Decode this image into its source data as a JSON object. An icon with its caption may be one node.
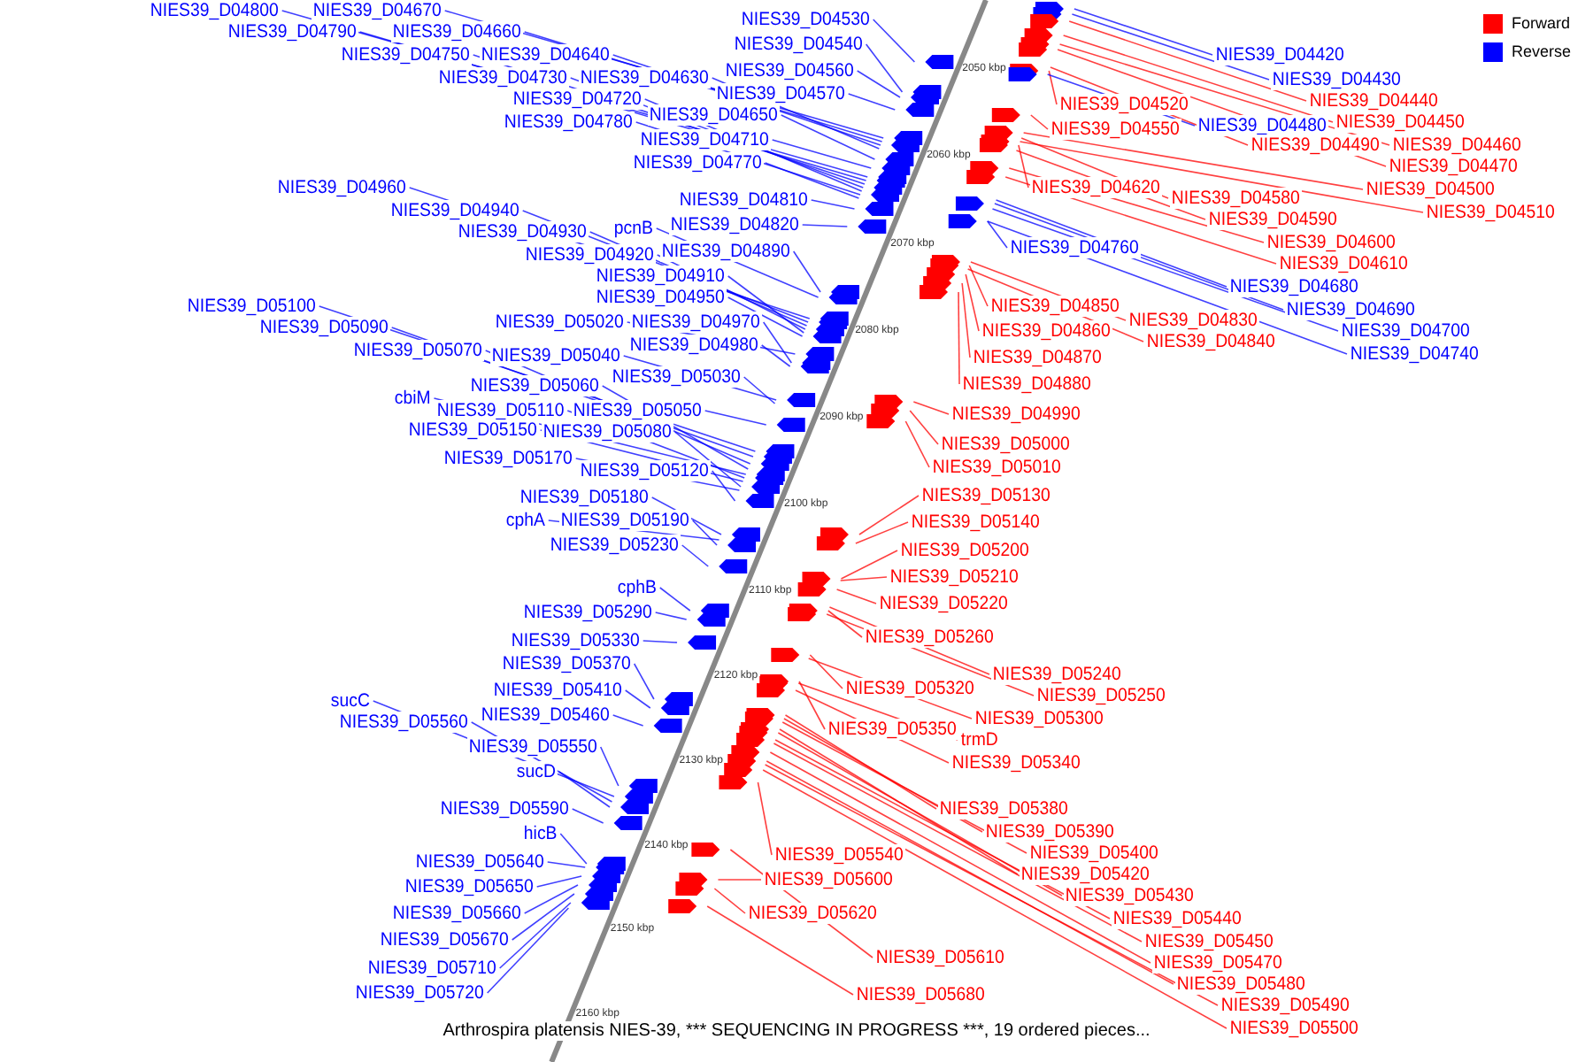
{
  "diagram": {
    "caption": "Arthrospira platensis NIES-39, *** SEQUENCING IN PROGRESS ***, 19 ordered pieces...",
    "nodes": [
      {
        "text": [
          "NIES39_D04800"
        ]
      },
      {
        "text": [
          "NIES39_D04670"
        ]
      },
      {
        "text": [
          "NIES39_D04790"
        ]
      },
      {
        "text": [
          "NIES39_D04660"
        ]
      },
      {
        "text": [
          "NIES39_D04750"
        ]
      },
      {
        "text": [
          "NIES39_D04640"
        ]
      },
      {
        "text": [
          "NIES39_D04730"
        ]
      },
      {
        "text": [
          "NIES39_D04630"
        ]
      },
      {
        "text": [
          "NIES39_D04720"
        ]
      },
      {
        "text": [
          "NIES39_D04650"
        ]
      },
      {
        "text": [
          "NIES39_D04780"
        ]
      },
      {
        "text": [
          "NIES39_D04710"
        ]
      },
      {
        "text": [
          "NIES39_D04770"
        ]
      },
      {
        "text": [
          "NIES39_D04530"
        ]
      },
      {
        "text": [
          "NIES39_D04540"
        ]
      },
      {
        "text": [
          "NIES39_D04560"
        ]
      },
      {
        "text": [
          "NIES39_D04570"
        ]
      },
      {
        "text": [
          "NIES39_D04810"
        ]
      },
      {
        "text": [
          "NIES39_D04820"
        ]
      },
      {
        "text": [
          "NIES39_D04960"
        ]
      },
      {
        "text": [
          "NIES39_D04940"
        ]
      },
      {
        "text": [
          "NIES39_D04930"
        ]
      },
      {
        "text": [
          "pcnB"
        ]
      },
      {
        "text": [
          "NIES39_D04920"
        ]
      },
      {
        "text": [
          "NIES39_D04890"
        ]
      },
      {
        "text": [
          "NIES39_D04910"
        ]
      },
      {
        "text": [
          "NIES39_D04950"
        ]
      },
      {
        "text": [
          "NIES39_D05020"
        ]
      },
      {
        "text": [
          "NIES39_D04970"
        ]
      },
      {
        "text": [
          "NIES39_D04980"
        ]
      },
      {
        "text": [
          "NIES39_D05100"
        ]
      },
      {
        "text": [
          "NIES39_D05090"
        ]
      },
      {
        "text": [
          "NIES39_D05070"
        ]
      },
      {
        "text": [
          "NIES39_D05040"
        ]
      },
      {
        "text": [
          "NIES39_D05030"
        ]
      },
      {
        "text": [
          "NIES39_D05060"
        ]
      },
      {
        "text": [
          "cbiM"
        ]
      },
      {
        "text": [
          "NIES39_D05110"
        ]
      },
      {
        "text": [
          "NIES39_D05050"
        ]
      },
      {
        "text": [
          "NIES39_D05150"
        ]
      },
      {
        "text": [
          "NIES39_D05080"
        ]
      },
      {
        "text": [
          "NIES39_D05170"
        ]
      },
      {
        "text": [
          "NIES39_D05120"
        ]
      },
      {
        "text": [
          "NIES39_D05180"
        ]
      },
      {
        "text": [
          "cphA"
        ]
      },
      {
        "text": [
          "NIES39_D05190"
        ]
      },
      {
        "text": [
          "NIES39_D05230"
        ]
      },
      {
        "text": [
          "cphB"
        ]
      },
      {
        "text": [
          "NIES39_D05290"
        ]
      },
      {
        "text": [
          "NIES39_D05330"
        ]
      },
      {
        "text": [
          "NIES39_D05370"
        ]
      },
      {
        "text": [
          "NIES39_D05410"
        ]
      },
      {
        "text": [
          "NIES39_D05460"
        ]
      },
      {
        "text": [
          "sucC"
        ]
      },
      {
        "text": [
          "NIES39_D05560"
        ]
      },
      {
        "text": [
          "NIES39_D05550"
        ]
      },
      {
        "text": [
          "sucD"
        ]
      },
      {
        "text": [
          "NIES39_D05590"
        ]
      },
      {
        "text": [
          "hicB"
        ]
      },
      {
        "text": [
          "NIES39_D05640"
        ]
      },
      {
        "text": [
          "NIES39_D05650"
        ]
      },
      {
        "text": [
          "NIES39_D05660"
        ]
      },
      {
        "text": [
          "NIES39_D05670"
        ]
      },
      {
        "text": [
          "NIES39_D05710"
        ]
      },
      {
        "text": [
          "NIES39_D05720"
        ]
      },
      {
        "text": [
          "NIES39_D04420"
        ]
      },
      {
        "text": [
          "NIES39_D04430"
        ]
      },
      {
        "text": [
          "NIES39_D04440"
        ]
      },
      {
        "text": [
          "NIES39_D04450"
        ]
      },
      {
        "text": [
          "NIES39_D04520"
        ]
      },
      {
        "text": [
          "NIES39_D04480"
        ]
      },
      {
        "text": [
          "NIES39_D04460"
        ]
      },
      {
        "text": [
          "NIES39_D04490"
        ]
      },
      {
        "text": [
          "NIES39_D04550"
        ]
      },
      {
        "text": [
          "NIES39_D04470"
        ]
      },
      {
        "text": [
          "NIES39_D04500"
        ]
      },
      {
        "text": [
          "NIES39_D04510"
        ]
      },
      {
        "text": [
          "NIES39_D04620"
        ]
      },
      {
        "text": [
          "NIES39_D04580"
        ]
      },
      {
        "text": [
          "NIES39_D04590"
        ]
      },
      {
        "text": [
          "NIES39_D04600"
        ]
      },
      {
        "text": [
          "NIES39_D04610"
        ]
      },
      {
        "text": [
          "NIES39_D04760"
        ]
      },
      {
        "text": [
          "NIES39_D04680"
        ]
      },
      {
        "text": [
          "NIES39_D04690"
        ]
      },
      {
        "text": [
          "NIES39_D04700"
        ]
      },
      {
        "text": [
          "NIES39_D04740"
        ]
      },
      {
        "text": [
          "NIES39_D04850"
        ]
      },
      {
        "text": [
          "NIES39_D04830"
        ]
      },
      {
        "text": [
          "NIES39_D04860"
        ]
      },
      {
        "text": [
          "NIES39_D04840"
        ]
      },
      {
        "text": [
          "NIES39_D04870"
        ]
      },
      {
        "text": [
          "NIES39_D04880"
        ]
      },
      {
        "text": [
          "NIES39_D04990"
        ]
      },
      {
        "text": [
          "NIES39_D05000"
        ]
      },
      {
        "text": [
          "NIES39_D05010"
        ]
      },
      {
        "text": [
          "NIES39_D05130"
        ]
      },
      {
        "text": [
          "NIES39_D05140"
        ]
      },
      {
        "text": [
          "NIES39_D05200"
        ]
      },
      {
        "text": [
          "NIES39_D05210"
        ]
      },
      {
        "text": [
          "NIES39_D05220"
        ]
      },
      {
        "text": [
          "NIES39_D05260"
        ]
      },
      {
        "text": [
          "NIES39_D05240"
        ]
      },
      {
        "text": [
          "NIES39_D05250"
        ]
      },
      {
        "text": [
          "NIES39_D05320"
        ]
      },
      {
        "text": [
          "NIES39_D05300"
        ]
      },
      {
        "text": [
          "NIES39_D05350"
        ]
      },
      {
        "text": [
          "trmD"
        ]
      },
      {
        "text": [
          "NIES39_D05340"
        ]
      },
      {
        "text": [
          "NIES39_D05380"
        ]
      },
      {
        "text": [
          "NIES39_D05390"
        ]
      },
      {
        "text": [
          "NIES39_D05400"
        ]
      },
      {
        "text": [
          "NIES39_D05420"
        ]
      },
      {
        "text": [
          "NIES39_D05430"
        ]
      },
      {
        "text": [
          "NIES39_D05440"
        ]
      },
      {
        "text": [
          "NIES39_D05450"
        ]
      },
      {
        "text": [
          "NIES39_D05470"
        ]
      },
      {
        "text": [
          "NIES39_D05480"
        ]
      },
      {
        "text": [
          "NIES39_D05490"
        ]
      },
      {
        "text": [
          "NIES39_D05500"
        ]
      },
      {
        "text": [
          "NIES39_D05540"
        ]
      },
      {
        "text": [
          "NIES39_D05600"
        ]
      },
      {
        "text": [
          "NIES39_D05620"
        ]
      },
      {
        "text": [
          "NIES39_D05610"
        ]
      },
      {
        "text": [
          "NIES39_D05680"
        ]
      }
    ],
    "edges": [
      {
        "from": 0,
        "to": null,
        "arrow": "none",
        "color": "#0000ff"
      },
      {
        "from": 1,
        "to": null,
        "arrow": "none",
        "color": "#0000ff"
      },
      {
        "from": 2,
        "to": null,
        "arrow": "none",
        "color": "#0000ff"
      },
      {
        "from": 3,
        "to": null,
        "arrow": "none",
        "color": "#0000ff"
      },
      {
        "from": 4,
        "to": null,
        "arrow": "none",
        "color": "#0000ff"
      },
      {
        "from": 5,
        "to": null,
        "arrow": "none",
        "color": "#0000ff"
      },
      {
        "from": 6,
        "to": null,
        "arrow": "none",
        "color": "#0000ff"
      },
      {
        "from": 7,
        "to": null,
        "arrow": "none",
        "color": "#0000ff"
      },
      {
        "from": 8,
        "to": null,
        "arrow": "none",
        "color": "#0000ff"
      },
      {
        "from": 9,
        "to": null,
        "arrow": "none",
        "color": "#0000ff"
      },
      {
        "from": 10,
        "to": null,
        "arrow": "none",
        "color": "#0000ff"
      },
      {
        "from": 11,
        "to": null,
        "arrow": "none",
        "color": "#0000ff"
      },
      {
        "from": 12,
        "to": null,
        "arrow": "none",
        "color": "#0000ff"
      },
      {
        "from": 13,
        "to": null,
        "arrow": "none",
        "color": "#0000ff"
      },
      {
        "from": 14,
        "to": null,
        "arrow": "none",
        "color": "#0000ff"
      },
      {
        "from": 15,
        "to": null,
        "arrow": "none",
        "color": "#0000ff"
      },
      {
        "from": 16,
        "to": null,
        "arrow": "none",
        "color": "#0000ff"
      },
      {
        "from": 17,
        "to": null,
        "arrow": "none",
        "color": "#0000ff"
      },
      {
        "from": 18,
        "to": null,
        "arrow": "none",
        "color": "#0000ff"
      },
      {
        "from": 19,
        "to": null,
        "arrow": "none",
        "color": "#0000ff"
      },
      {
        "from": 20,
        "to": null,
        "arrow": "none",
        "color": "#0000ff"
      },
      {
        "from": 21,
        "to": null,
        "arrow": "none",
        "color": "#0000ff"
      },
      {
        "from": 22,
        "to": null,
        "arrow": "none",
        "color": "#0000ff"
      },
      {
        "from": 23,
        "to": null,
        "arrow": "none",
        "color": "#0000ff"
      },
      {
        "from": 24,
        "to": null,
        "arrow": "none",
        "color": "#0000ff"
      },
      {
        "from": 25,
        "to": null,
        "arrow": "none",
        "color": "#0000ff"
      },
      {
        "from": 26,
        "to": null,
        "arrow": "none",
        "color": "#0000ff"
      },
      {
        "from": 27,
        "to": null,
        "arrow": "none",
        "color": "#0000ff"
      },
      {
        "from": 28,
        "to": null,
        "arrow": "none",
        "color": "#0000ff"
      },
      {
        "from": 29,
        "to": null,
        "arrow": "none",
        "color": "#0000ff"
      },
      {
        "from": 30,
        "to": null,
        "arrow": "none",
        "color": "#0000ff"
      },
      {
        "from": 31,
        "to": null,
        "arrow": "none",
        "color": "#0000ff"
      },
      {
        "from": 32,
        "to": null,
        "arrow": "none",
        "color": "#0000ff"
      },
      {
        "from": 33,
        "to": null,
        "arrow": "none",
        "color": "#0000ff"
      },
      {
        "from": 34,
        "to": null,
        "arrow": "none",
        "color": "#0000ff"
      },
      {
        "from": 35,
        "to": null,
        "arrow": "none",
        "color": "#0000ff"
      },
      {
        "from": 36,
        "to": null,
        "arrow": "none",
        "color": "#0000ff"
      },
      {
        "from": 37,
        "to": null,
        "arrow": "none",
        "color": "#0000ff"
      },
      {
        "from": 38,
        "to": null,
        "arrow": "none",
        "color": "#0000ff"
      },
      {
        "from": 39,
        "to": null,
        "arrow": "none",
        "color": "#0000ff"
      },
      {
        "from": 40,
        "to": null,
        "arrow": "none",
        "color": "#0000ff"
      },
      {
        "from": 41,
        "to": null,
        "arrow": "none",
        "color": "#0000ff"
      },
      {
        "from": 42,
        "to": null,
        "arrow": "none",
        "color": "#0000ff"
      },
      {
        "from": 43,
        "to": null,
        "arrow": "none",
        "color": "#0000ff"
      },
      {
        "from": 44,
        "to": null,
        "arrow": "none",
        "color": "#0000ff"
      },
      {
        "from": 45,
        "to": null,
        "arrow": "none",
        "color": "#0000ff"
      },
      {
        "from": 46,
        "to": null,
        "arrow": "none",
        "color": "#0000ff"
      },
      {
        "from": 47,
        "to": null,
        "arrow": "none",
        "color": "#0000ff"
      },
      {
        "from": 48,
        "to": null,
        "arrow": "none",
        "color": "#0000ff"
      },
      {
        "from": 49,
        "to": null,
        "arrow": "none",
        "color": "#0000ff"
      },
      {
        "from": 50,
        "to": null,
        "arrow": "none",
        "color": "#0000ff"
      },
      {
        "from": 51,
        "to": null,
        "arrow": "none",
        "color": "#0000ff"
      },
      {
        "from": 52,
        "to": null,
        "arrow": "none",
        "color": "#0000ff"
      },
      {
        "from": 53,
        "to": null,
        "arrow": "none",
        "color": "#0000ff"
      },
      {
        "from": 54,
        "to": null,
        "arrow": "none",
        "color": "#0000ff"
      },
      {
        "from": 55,
        "to": null,
        "arrow": "none",
        "color": "#0000ff"
      },
      {
        "from": 56,
        "to": null,
        "arrow": "none",
        "color": "#0000ff"
      },
      {
        "from": 57,
        "to": null,
        "arrow": "none",
        "color": "#0000ff"
      },
      {
        "from": 58,
        "to": null,
        "arrow": "none",
        "color": "#0000ff"
      },
      {
        "from": 59,
        "to": null,
        "arrow": "none",
        "color": "#0000ff"
      },
      {
        "from": 60,
        "to": null,
        "arrow": "none",
        "color": "#0000ff"
      },
      {
        "from": 61,
        "to": null,
        "arrow": "none",
        "color": "#0000ff"
      },
      {
        "from": 62,
        "to": null,
        "arrow": "none",
        "color": "#0000ff"
      },
      {
        "from": 63,
        "to": null,
        "arrow": "none",
        "color": "#0000ff"
      },
      {
        "from": 64,
        "to": null,
        "arrow": "none",
        "color": "#0000ff"
      },
      {
        "from": 65,
        "to": null,
        "arrow": "none",
        "color": "#0000ff"
      },
      {
        "from": 66,
        "to": null,
        "arrow": "none",
        "color": "#0000ff"
      },
      {
        "from": 67,
        "to": null,
        "arrow": "none",
        "color": "#ff0000"
      },
      {
        "from": 68,
        "to": null,
        "arrow": "none",
        "color": "#ff0000"
      },
      {
        "from": 69,
        "to": null,
        "arrow": "none",
        "color": "#ff0000"
      },
      {
        "from": 70,
        "to": null,
        "arrow": "none",
        "color": "#0000ff"
      },
      {
        "from": 71,
        "to": null,
        "arrow": "none",
        "color": "#ff0000"
      },
      {
        "from": 72,
        "to": null,
        "arrow": "none",
        "color": "#ff0000"
      },
      {
        "from": 73,
        "to": null,
        "arrow": "none",
        "color": "#ff0000"
      },
      {
        "from": 74,
        "to": null,
        "arrow": "none",
        "color": "#ff0000"
      },
      {
        "from": 75,
        "to": null,
        "arrow": "none",
        "color": "#ff0000"
      },
      {
        "from": 76,
        "to": null,
        "arrow": "none",
        "color": "#ff0000"
      },
      {
        "from": 77,
        "to": null,
        "arrow": "none",
        "color": "#ff0000"
      },
      {
        "from": 78,
        "to": null,
        "arrow": "none",
        "color": "#ff0000"
      },
      {
        "from": 79,
        "to": null,
        "arrow": "none",
        "color": "#ff0000"
      },
      {
        "from": 80,
        "to": null,
        "arrow": "none",
        "color": "#ff0000"
      },
      {
        "from": 81,
        "to": null,
        "arrow": "none",
        "color": "#ff0000"
      },
      {
        "from": 82,
        "to": null,
        "arrow": "none",
        "color": "#0000ff"
      },
      {
        "from": 83,
        "to": null,
        "arrow": "none",
        "color": "#0000ff"
      },
      {
        "from": 84,
        "to": null,
        "arrow": "none",
        "color": "#0000ff"
      },
      {
        "from": 85,
        "to": null,
        "arrow": "none",
        "color": "#0000ff"
      },
      {
        "from": 86,
        "to": null,
        "arrow": "none",
        "color": "#0000ff"
      },
      {
        "from": 87,
        "to": null,
        "arrow": "none",
        "color": "#ff0000"
      },
      {
        "from": 88,
        "to": null,
        "arrow": "none",
        "color": "#ff0000"
      },
      {
        "from": 89,
        "to": null,
        "arrow": "none",
        "color": "#ff0000"
      },
      {
        "from": 90,
        "to": null,
        "arrow": "none",
        "color": "#ff0000"
      },
      {
        "from": 91,
        "to": null,
        "arrow": "none",
        "color": "#ff0000"
      },
      {
        "from": 92,
        "to": null,
        "arrow": "none",
        "color": "#ff0000"
      },
      {
        "from": 93,
        "to": null,
        "arrow": "none",
        "color": "#ff0000"
      },
      {
        "from": 94,
        "to": null,
        "arrow": "none",
        "color": "#ff0000"
      },
      {
        "from": 95,
        "to": null,
        "arrow": "none",
        "color": "#ff0000"
      },
      {
        "from": 96,
        "to": null,
        "arrow": "none",
        "color": "#ff0000"
      },
      {
        "from": 97,
        "to": null,
        "arrow": "none",
        "color": "#ff0000"
      },
      {
        "from": 98,
        "to": null,
        "arrow": "none",
        "color": "#ff0000"
      },
      {
        "from": 99,
        "to": null,
        "arrow": "none",
        "color": "#ff0000"
      },
      {
        "from": 100,
        "to": null,
        "arrow": "none",
        "color": "#ff0000"
      },
      {
        "from": 101,
        "to": null,
        "arrow": "none",
        "color": "#ff0000"
      },
      {
        "from": 102,
        "to": null,
        "arrow": "none",
        "color": "#ff0000"
      },
      {
        "from": 103,
        "to": null,
        "arrow": "none",
        "color": "#ff0000"
      },
      {
        "from": 104,
        "to": null,
        "arrow": "none",
        "color": "#ff0000"
      },
      {
        "from": 105,
        "to": null,
        "arrow": "none",
        "color": "#ff0000"
      },
      {
        "from": 106,
        "to": null,
        "arrow": "none",
        "color": "#ff0000"
      },
      {
        "from": 107,
        "to": null,
        "arrow": "none",
        "color": "#ff0000"
      },
      {
        "from": 108,
        "to": null,
        "arrow": "none",
        "color": "#ff0000"
      },
      {
        "from": 109,
        "to": null,
        "arrow": "none",
        "color": "#ff0000"
      },
      {
        "from": 110,
        "to": null,
        "arrow": "none",
        "color": "#ff0000"
      },
      {
        "from": 111,
        "to": null,
        "arrow": "none",
        "color": "#ff0000"
      },
      {
        "from": 112,
        "to": null,
        "arrow": "none",
        "color": "#ff0000"
      },
      {
        "from": 113,
        "to": null,
        "arrow": "none",
        "color": "#ff0000"
      },
      {
        "from": 114,
        "to": null,
        "arrow": "none",
        "color": "#ff0000"
      },
      {
        "from": 115,
        "to": null,
        "arrow": "none",
        "color": "#ff0000"
      },
      {
        "from": 116,
        "to": null,
        "arrow": "none",
        "color": "#ff0000"
      },
      {
        "from": 117,
        "to": null,
        "arrow": "none",
        "color": "#ff0000"
      },
      {
        "from": 118,
        "to": null,
        "arrow": "none",
        "color": "#ff0000"
      },
      {
        "from": 119,
        "to": null,
        "arrow": "none",
        "color": "#ff0000"
      },
      {
        "from": 120,
        "to": null,
        "arrow": "none",
        "color": "#ff0000"
      },
      {
        "from": 121,
        "to": null,
        "arrow": "none",
        "color": "#ff0000"
      },
      {
        "from": 122,
        "to": null,
        "arrow": "none",
        "color": "#ff0000"
      },
      {
        "from": 123,
        "to": null,
        "arrow": "none",
        "color": "#ff0000"
      },
      {
        "from": 124,
        "to": null,
        "arrow": "none",
        "color": "#ff0000"
      }
    ],
    "labels": [
      "2050 kbp",
      "2060 kbp",
      "2070 kbp",
      "2080 kbp",
      "2090 kbp",
      "2100 kbp",
      "2110 kbp",
      "2120 kbp",
      "2130 kbp",
      "2140 kbp",
      "2150 kbp",
      "2160 kbp"
    ],
    "legend": [
      {
        "text": "Forward",
        "color": "#ff0000"
      },
      {
        "text": "Reverse",
        "color": "#0000ff"
      }
    ]
  }
}
